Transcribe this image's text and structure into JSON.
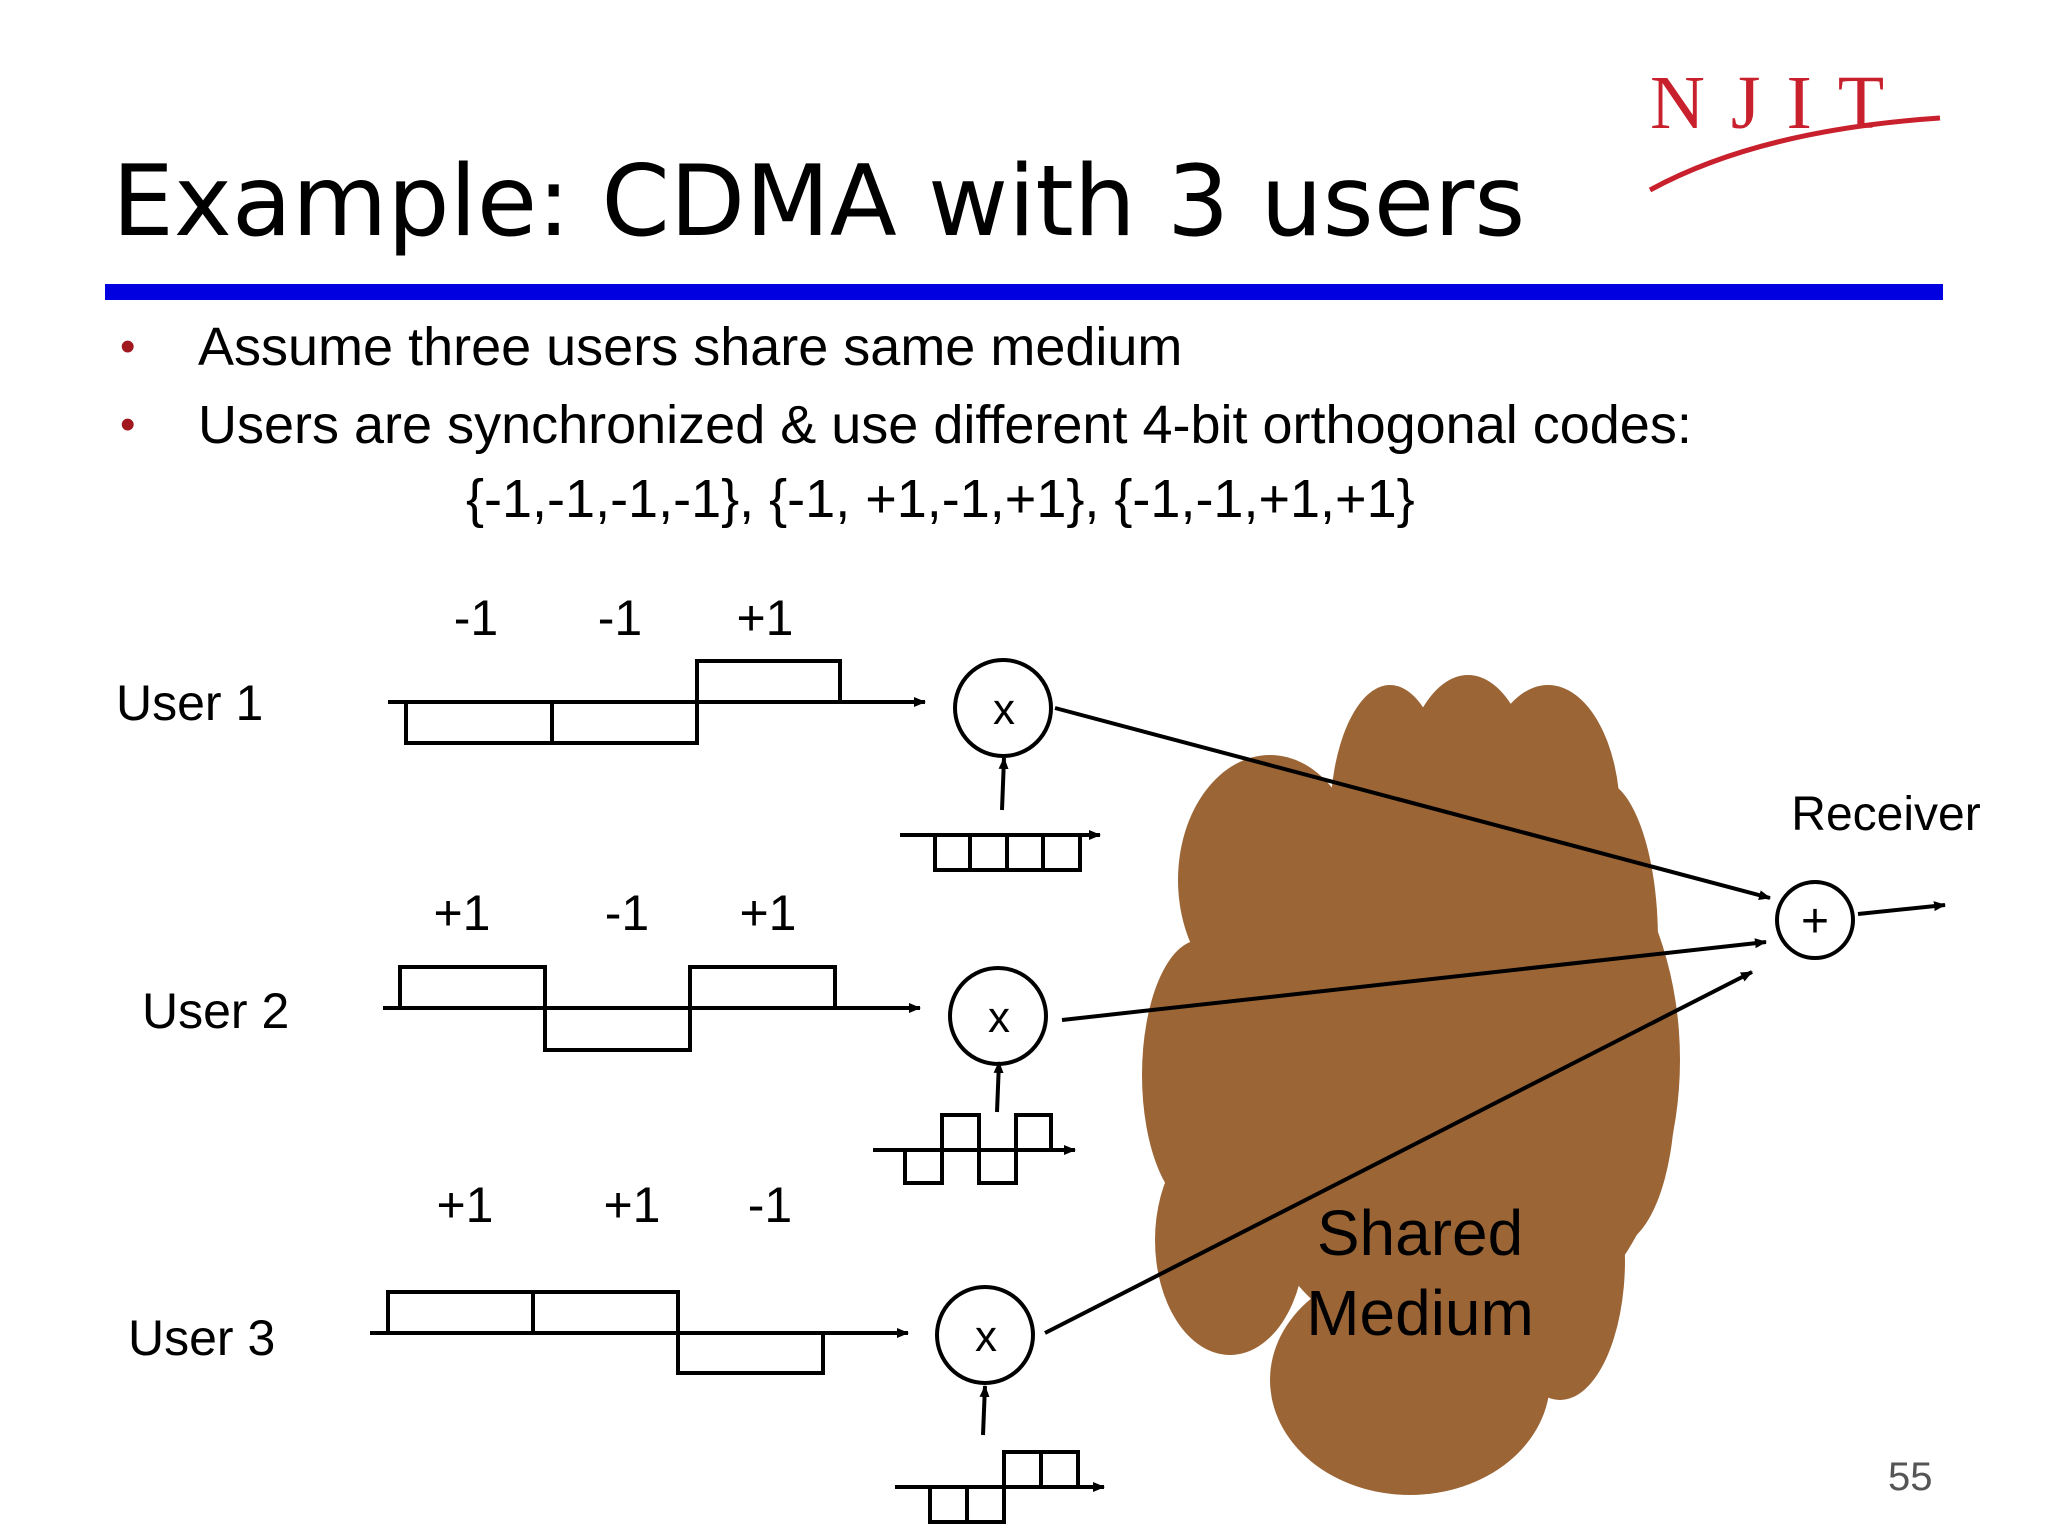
{
  "logo": {
    "text": "NJIT",
    "color": "#c8202c"
  },
  "title": "Example:  CDMA with 3 users",
  "colors": {
    "rule": "#0000e0",
    "bullet": "#a0181e",
    "medium": "#9b6536"
  },
  "bullets": [
    "Assume three users share same medium",
    "Users are synchronized & use different 4-bit orthogonal codes:"
  ],
  "codes_line": "{-1,-1,-1,-1}, {-1, +1,-1,+1}, {-1,-1,+1,+1}",
  "users": [
    {
      "label": "User 1",
      "bits": [
        "-1",
        "-1",
        "+1"
      ],
      "multiplier": "x"
    },
    {
      "label": "User 2",
      "bits": [
        "+1",
        "-1",
        "+1"
      ],
      "multiplier": "x"
    },
    {
      "label": "User 3",
      "bits": [
        "+1",
        "+1",
        "-1"
      ],
      "multiplier": "x"
    }
  ],
  "medium": {
    "line1": "Shared",
    "line2": "Medium"
  },
  "receiver": {
    "label": "Receiver",
    "symbol": "+"
  },
  "page_number": "55"
}
